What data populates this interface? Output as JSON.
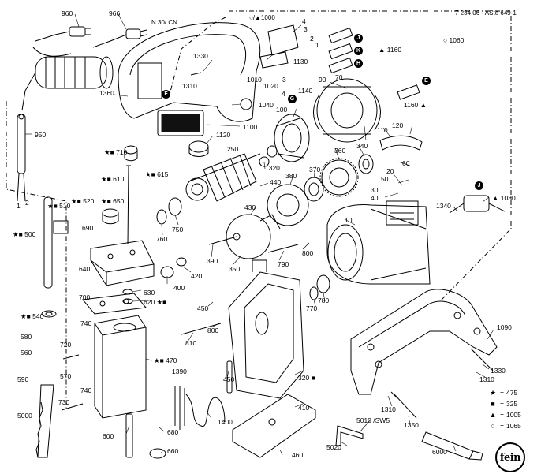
{
  "header": {
    "doc_number": "7 234 06 - ASte 649-1",
    "cable_note": "N 30/ CN",
    "symbol_note": "○/▲1000"
  },
  "legend": [
    {
      "symbol": "★",
      "value": "475"
    },
    {
      "symbol": "■",
      "value": "325"
    },
    {
      "symbol": "▲",
      "value": "1005"
    },
    {
      "symbol": "○",
      "value": "1065"
    }
  ],
  "brand_logo": "fein",
  "kit_markers": [
    "J",
    "K",
    "H",
    "E",
    "F",
    "G",
    "J"
  ],
  "part_labels": {
    "p960": "960",
    "p966": "966",
    "p950": "950",
    "p1": "1",
    "p2": "2",
    "p1360": "1360",
    "p1330a": "1330",
    "p1310a": "1310",
    "p1010": "1010",
    "p1020": "1020",
    "p4a": "4",
    "p3a": "3",
    "p2b": "2",
    "p1b": "1",
    "p1130": "1130",
    "p1160a": "▲ 1160",
    "p1060": "○ 1060",
    "p1140": "1140",
    "p4b": "4",
    "p3b": "3",
    "p90": "90",
    "p70": "70",
    "p1040": "1040",
    "p1160b": "1160 ▲",
    "p1100": "1100",
    "p1120": "1120",
    "p100": "100",
    "p120": "120",
    "p110": "110",
    "p360": "360",
    "p340": "340",
    "p710": "★■ 710",
    "p610": "★■ 610",
    "p615": "★■ 615",
    "p650": "★■ 650",
    "p250": "250",
    "p1320": "1320",
    "p370": "370",
    "p380": "380",
    "p60": "60",
    "p20": "20",
    "p50": "50",
    "p30": "30",
    "p40": "40",
    "p1340": "1340",
    "p1030": "▲ 1030",
    "p510": "★■ 510",
    "p520": "★■ 520",
    "p500": "★■ 500",
    "p690": "690",
    "p440": "440",
    "p430": "430",
    "p760": "760",
    "p750": "750",
    "p10": "10",
    "p640": "640",
    "p390": "390",
    "p350": "350",
    "p790": "790",
    "p800a": "800",
    "p700": "700",
    "p400": "400",
    "p420": "420",
    "p630": "630",
    "p620": "620 ★■",
    "p540": "★■ 540",
    "p740a": "740",
    "p580": "580",
    "p720": "720",
    "p560": "560",
    "p450": "450",
    "p800b": "800",
    "p770": "770",
    "p780": "780",
    "p1090": "1090",
    "p810": "810",
    "p470": "★■ 470",
    "p590": "590",
    "p570": "570",
    "p740b": "740",
    "p730": "730",
    "p5000": "5000",
    "p1390": "1390",
    "p450b": "450",
    "p320": "320 ■",
    "p1330b": "1330",
    "p1310b": "1310",
    "p410": "410",
    "p1310c": "1310",
    "p1350": "1350",
    "p600": "600",
    "p680": "680",
    "p1400": "1400",
    "p660": "660",
    "p5010": "5010 /SW5",
    "p460": "460",
    "p5020": "5020",
    "p6000": "6000"
  }
}
